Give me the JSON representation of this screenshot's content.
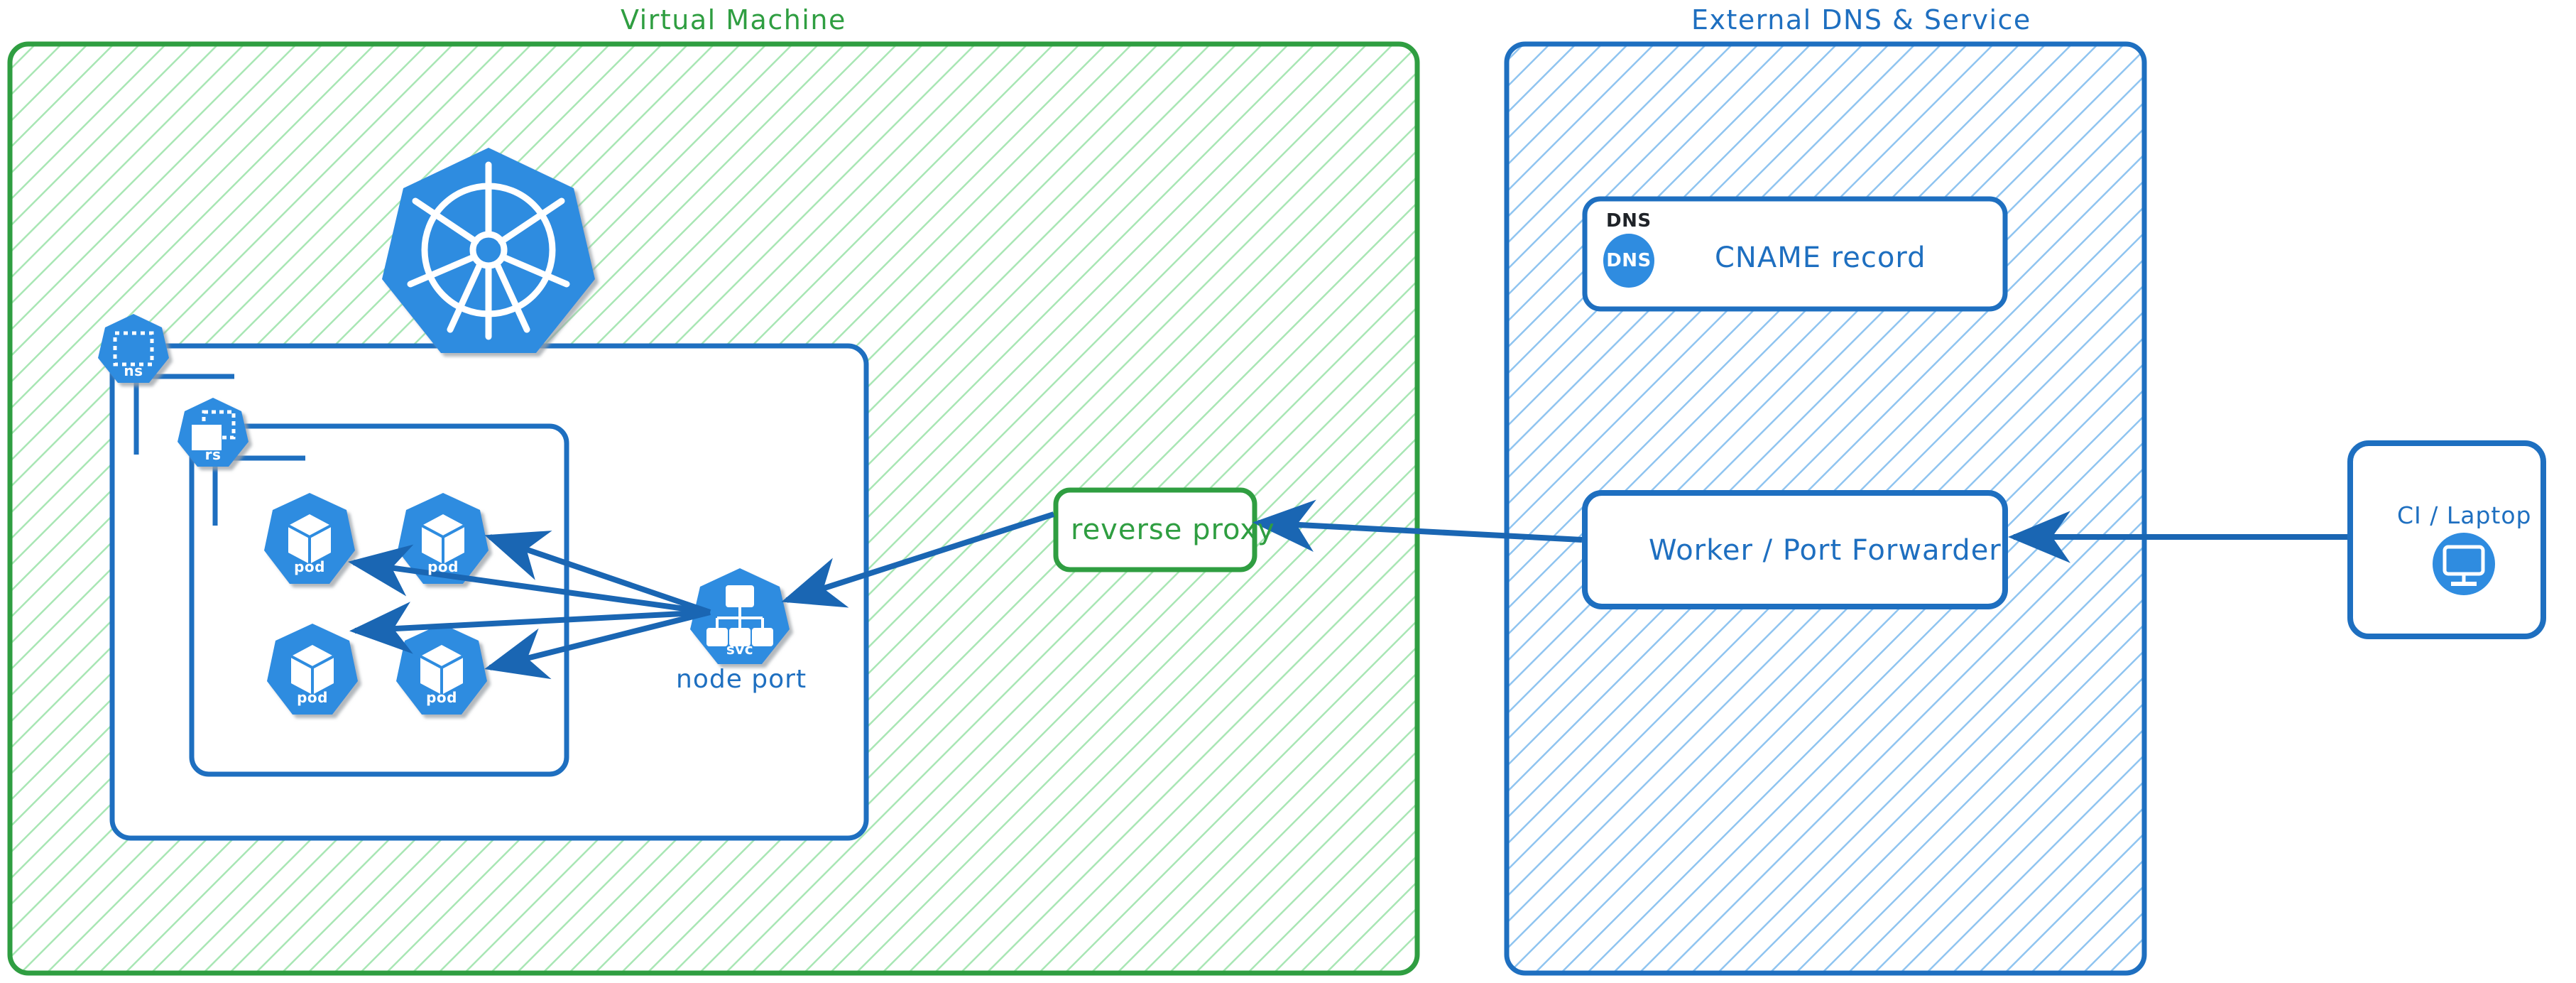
{
  "diagram": {
    "title_vm": "Virtual Machine",
    "title_external": "External DNS & Service",
    "colors": {
      "green_stroke": "#2f9e41",
      "green_hatch": "#a8e6b4",
      "blue_stroke": "#1e6fc0",
      "blue_hatch": "#8fc4f0",
      "k8s_blue": "#2f8ce0",
      "arrow_blue": "#1a66b3",
      "dark_text": "#1f2328",
      "white": "#ffffff"
    }
  },
  "vm_zone": {
    "title": "Virtual Machine",
    "k8s_logo": {
      "name": "kubernetes-logo"
    },
    "namespace_icon": {
      "caption": "ns",
      "name": "namespace-icon"
    },
    "replicaset_icon": {
      "caption": "rs",
      "name": "replicaset-icon"
    },
    "service_icon": {
      "caption": "svc",
      "name": "service-icon"
    },
    "node_port_label": "node port",
    "pods": [
      {
        "caption": "pod"
      },
      {
        "caption": "pod"
      },
      {
        "caption": "pod"
      },
      {
        "caption": "pod"
      }
    ],
    "reverse_proxy": {
      "label": "reverse proxy"
    }
  },
  "external_zone": {
    "title": "External DNS & Service",
    "dns_box": {
      "type_label": "DNS",
      "badge_text": "DNS",
      "record_label": "CNAME record"
    },
    "worker_box": {
      "label": "Worker / Port Forwarder"
    }
  },
  "client": {
    "box": {
      "label": "CI / Laptop",
      "icon": "monitor-icon"
    }
  },
  "edges": [
    {
      "from": "CI / Laptop",
      "to": "Worker / Port Forwarder",
      "direction": "left"
    },
    {
      "from": "Worker / Port Forwarder",
      "to": "reverse proxy",
      "direction": "left"
    },
    {
      "from": "reverse proxy",
      "to": "svc",
      "direction": "left"
    },
    {
      "from": "svc",
      "to": "pod",
      "direction": "left"
    },
    {
      "from": "svc",
      "to": "pod",
      "direction": "left"
    },
    {
      "from": "svc",
      "to": "pod",
      "direction": "left"
    },
    {
      "from": "svc",
      "to": "pod",
      "direction": "left"
    }
  ]
}
